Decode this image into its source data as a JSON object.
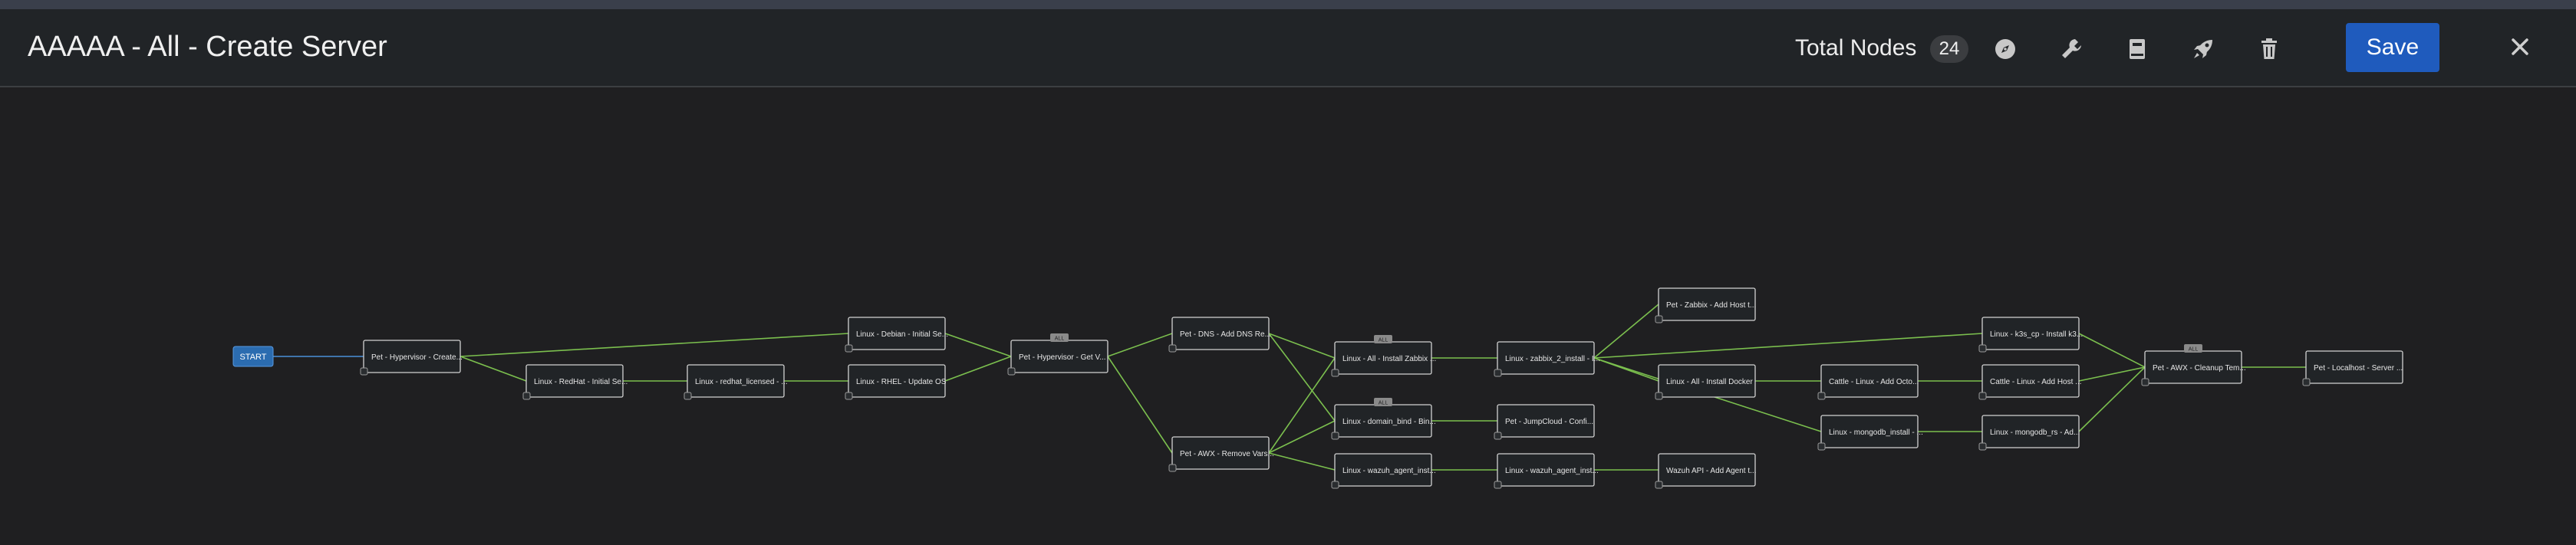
{
  "header": {
    "title": "AAAAA - All - Create Server",
    "total_nodes_label": "Total Nodes",
    "total_nodes_count": "24",
    "save_label": "Save"
  },
  "toolbar_icons": [
    "compass-icon",
    "wrench-icon",
    "book-icon",
    "rocket-icon",
    "trash-icon"
  ],
  "colors": {
    "background": "#1f1f21",
    "header": "#212427",
    "save_button": "#1f5bbd",
    "start_node": "#2b6cb0",
    "success_link": "#7bbf4e",
    "node_border": "#d2d2d2"
  },
  "workflow": {
    "start_label": "START",
    "nodes": [
      {
        "id": "n1",
        "label": "Pet - Hypervisor - Create..."
      },
      {
        "id": "n2",
        "label": "Linux - RedHat - Initial Se..."
      },
      {
        "id": "n3",
        "label": "Linux - redhat_licensed - ..."
      },
      {
        "id": "n4",
        "label": "Linux - Debian - Initial Se..."
      },
      {
        "id": "n5",
        "label": "Linux - RHEL - Update OS"
      },
      {
        "id": "n6",
        "label": "Pet - Hypervisor - Get V...",
        "badge": "ALL"
      },
      {
        "id": "n7",
        "label": "Pet - DNS - Add DNS Re..."
      },
      {
        "id": "n8",
        "label": "Pet - AWX - Remove Vars..."
      },
      {
        "id": "n9",
        "label": "Linux - All - Install Zabbix ...",
        "badge": "ALL"
      },
      {
        "id": "n10",
        "label": "Linux - domain_bind - Bin...",
        "badge": "ALL"
      },
      {
        "id": "n11",
        "label": "Linux - wazuh_agent_inst..."
      },
      {
        "id": "n12",
        "label": "Linux - zabbix_2_install - I..."
      },
      {
        "id": "n13",
        "label": "Pet - JumpCloud - Confi..."
      },
      {
        "id": "n14",
        "label": "Linux - wazuh_agent_inst..."
      },
      {
        "id": "n15",
        "label": "Pet - Zabbix - Add Host t..."
      },
      {
        "id": "n16",
        "label": "Linux - All - Install Docker"
      },
      {
        "id": "n17",
        "label": "Wazuh API - Add Agent t..."
      },
      {
        "id": "n18",
        "label": "Cattle - Linux - Add Octo..."
      },
      {
        "id": "n19",
        "label": "Linux - mongodb_install - ..."
      },
      {
        "id": "n20",
        "label": "Linux - k3s_cp - Install k3..."
      },
      {
        "id": "n21",
        "label": "Cattle - Linux - Add Host ..."
      },
      {
        "id": "n22",
        "label": "Linux - mongodb_rs - Ad..."
      },
      {
        "id": "n23",
        "label": "Pet - AWX - Cleanup Tem...",
        "badge": "ALL"
      },
      {
        "id": "n24",
        "label": "Pet - Localhost - Server ..."
      }
    ],
    "links": [
      [
        "start",
        "n1"
      ],
      [
        "n1",
        "n2"
      ],
      [
        "n1",
        "n4"
      ],
      [
        "n2",
        "n3"
      ],
      [
        "n3",
        "n5"
      ],
      [
        "n4",
        "n6"
      ],
      [
        "n5",
        "n6"
      ],
      [
        "n6",
        "n7"
      ],
      [
        "n6",
        "n8"
      ],
      [
        "n7",
        "n9"
      ],
      [
        "n7",
        "n10"
      ],
      [
        "n8",
        "n9"
      ],
      [
        "n8",
        "n10"
      ],
      [
        "n8",
        "n11"
      ],
      [
        "n9",
        "n12"
      ],
      [
        "n10",
        "n13"
      ],
      [
        "n11",
        "n14"
      ],
      [
        "n12",
        "n15"
      ],
      [
        "n12",
        "n16"
      ],
      [
        "n12",
        "n20"
      ],
      [
        "n12",
        "n19"
      ],
      [
        "n14",
        "n17"
      ],
      [
        "n16",
        "n18"
      ],
      [
        "n18",
        "n21"
      ],
      [
        "n19",
        "n22"
      ],
      [
        "n20",
        "n23"
      ],
      [
        "n21",
        "n23"
      ],
      [
        "n22",
        "n23"
      ],
      [
        "n23",
        "n24"
      ]
    ]
  }
}
